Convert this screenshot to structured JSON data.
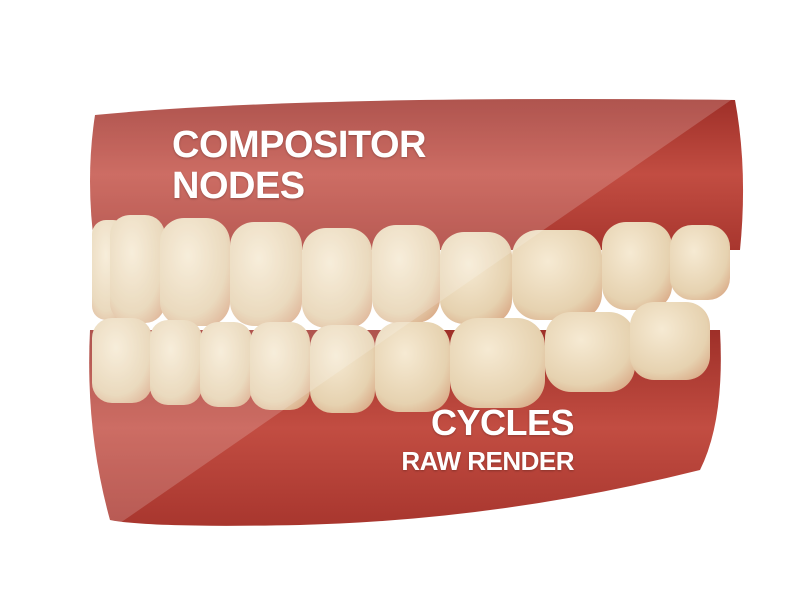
{
  "labels": {
    "top_left_line1": "COMPOSITOR",
    "top_left_line2": "NODES",
    "bottom_right_line1": "CYCLES",
    "bottom_right_line2": "RAW RENDER"
  },
  "colors": {
    "gum": "#b8433a",
    "gum_dark": "#8f2a24",
    "tooth": "#e9d9bf",
    "overlay": "#ffffff"
  }
}
